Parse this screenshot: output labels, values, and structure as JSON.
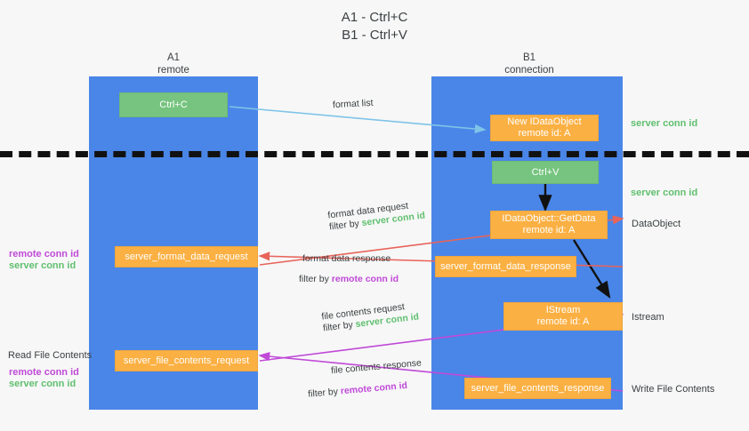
{
  "title": {
    "line1": "A1 - Ctrl+C",
    "line2": "B1 - Ctrl+V"
  },
  "lanes": [
    {
      "name": "A1",
      "sub": "remote"
    },
    {
      "name": "B1",
      "sub": "connection"
    }
  ],
  "boxes": {
    "ctrl_c": "Ctrl+C",
    "ctrl_v": "Ctrl+V",
    "idataobject_l1": "New IDataObject",
    "idataobject_l2": "remote id: A",
    "getdata_l1": "IDataObject::GetData",
    "getdata_l2": "remote id: A",
    "istream_l1": "IStream",
    "istream_l2": "remote id: A",
    "server_format_data_request": "server_format_data_request",
    "server_format_data_response": "server_format_data_response",
    "server_file_contents_request": "server_file_contents_request",
    "server_file_contents_response": "server_file_contents_response"
  },
  "captions": {
    "format_list": "format list",
    "format_data_request": "format data request",
    "format_data_request_filter_prefix": "filter by ",
    "format_data_request_filter_id": "server conn id",
    "format_data_response": "format data response",
    "format_data_response_filter_prefix": "filter by ",
    "format_data_response_filter_id": "remote conn id",
    "file_contents_request": "file contents request",
    "file_contents_request_filter_prefix": "filter by ",
    "file_contents_request_filter_id": "server conn id",
    "file_contents_response": "file contents response",
    "file_contents_response_filter_prefix": "filter by ",
    "file_contents_response_filter_id": "remote conn id"
  },
  "right_labels": {
    "server_conn_id_top": "server conn id",
    "server_conn_id_mid": "server conn id",
    "dataobject": "DataObject",
    "istream": "Istream",
    "write_file_contents": "Write File Contents"
  },
  "left_labels": {
    "remote_conn_id_upper": "remote conn id",
    "server_conn_id_upper": "server conn id",
    "read_file_contents": "Read File Contents",
    "remote_conn_id_lower": "remote conn id",
    "server_conn_id_lower": "server conn id"
  },
  "colors": {
    "lane": "#4a86e8",
    "green_box": "#76c47f",
    "orange_box": "#fbb043",
    "green_text": "#5fbf6e",
    "purple_text": "#c049d8",
    "blue_arrow": "#7fc4e8",
    "red_arrow": "#e8635a",
    "magenta_arrow": "#c049d8",
    "black_arrow": "#111111",
    "background": "#f7f7f7"
  }
}
